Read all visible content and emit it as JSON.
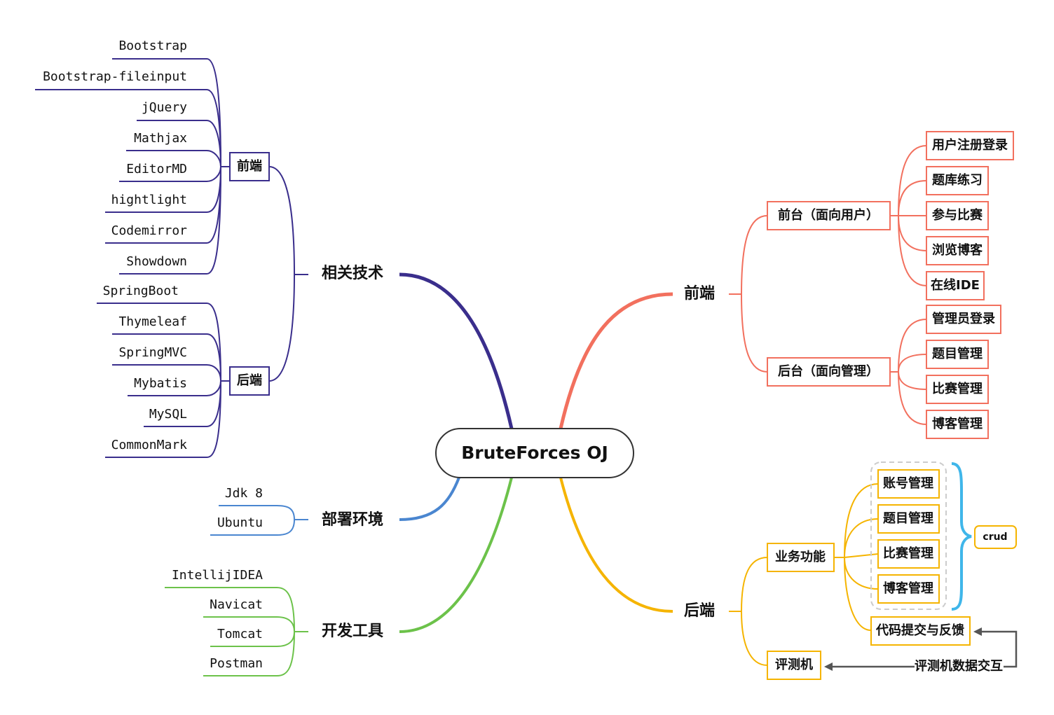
{
  "center": {
    "label": "BruteForces OJ"
  },
  "branches": {
    "tech": {
      "label": "相关技术",
      "color": "#3a2e8c",
      "frontend": {
        "label": "前端",
        "items": [
          "Bootstrap",
          "Bootstrap-fileinput",
          "jQuery",
          "Mathjax",
          "EditorMD",
          "hightlight",
          "Codemirror",
          "Showdown"
        ]
      },
      "backend": {
        "label": "后端",
        "items": [
          "SpringBoot",
          "Thymeleaf",
          "SpringMVC",
          "Mybatis",
          "MySQL",
          "CommonMark"
        ]
      }
    },
    "deploy": {
      "label": "部署环境",
      "color": "#4a86d0",
      "items": [
        "Jdk 8",
        "Ubuntu"
      ]
    },
    "tools": {
      "label": "开发工具",
      "color": "#6cc24a",
      "items": [
        "IntellijIDEA",
        "Navicat",
        "Tomcat",
        "Postman"
      ]
    },
    "frontend": {
      "label": "前端",
      "color": "#f2705e",
      "user_side": {
        "label": "前台（面向用户）",
        "items": [
          "用户注册登录",
          "题库练习",
          "参与比赛",
          "浏览博客",
          "在线IDE"
        ]
      },
      "admin_side": {
        "label": "后台（面向管理）",
        "items": [
          "管理员登录",
          "题目管理",
          "比赛管理",
          "博客管理"
        ]
      }
    },
    "backend": {
      "label": "后端",
      "color": "#f5b400",
      "business": {
        "label": "业务功能",
        "items": [
          "账号管理",
          "题目管理",
          "比赛管理",
          "博客管理"
        ],
        "submit": "代码提交与反馈"
      },
      "crud": "crud",
      "judge": {
        "label": "评测机"
      },
      "judge_link": "评测机数据交互"
    }
  }
}
